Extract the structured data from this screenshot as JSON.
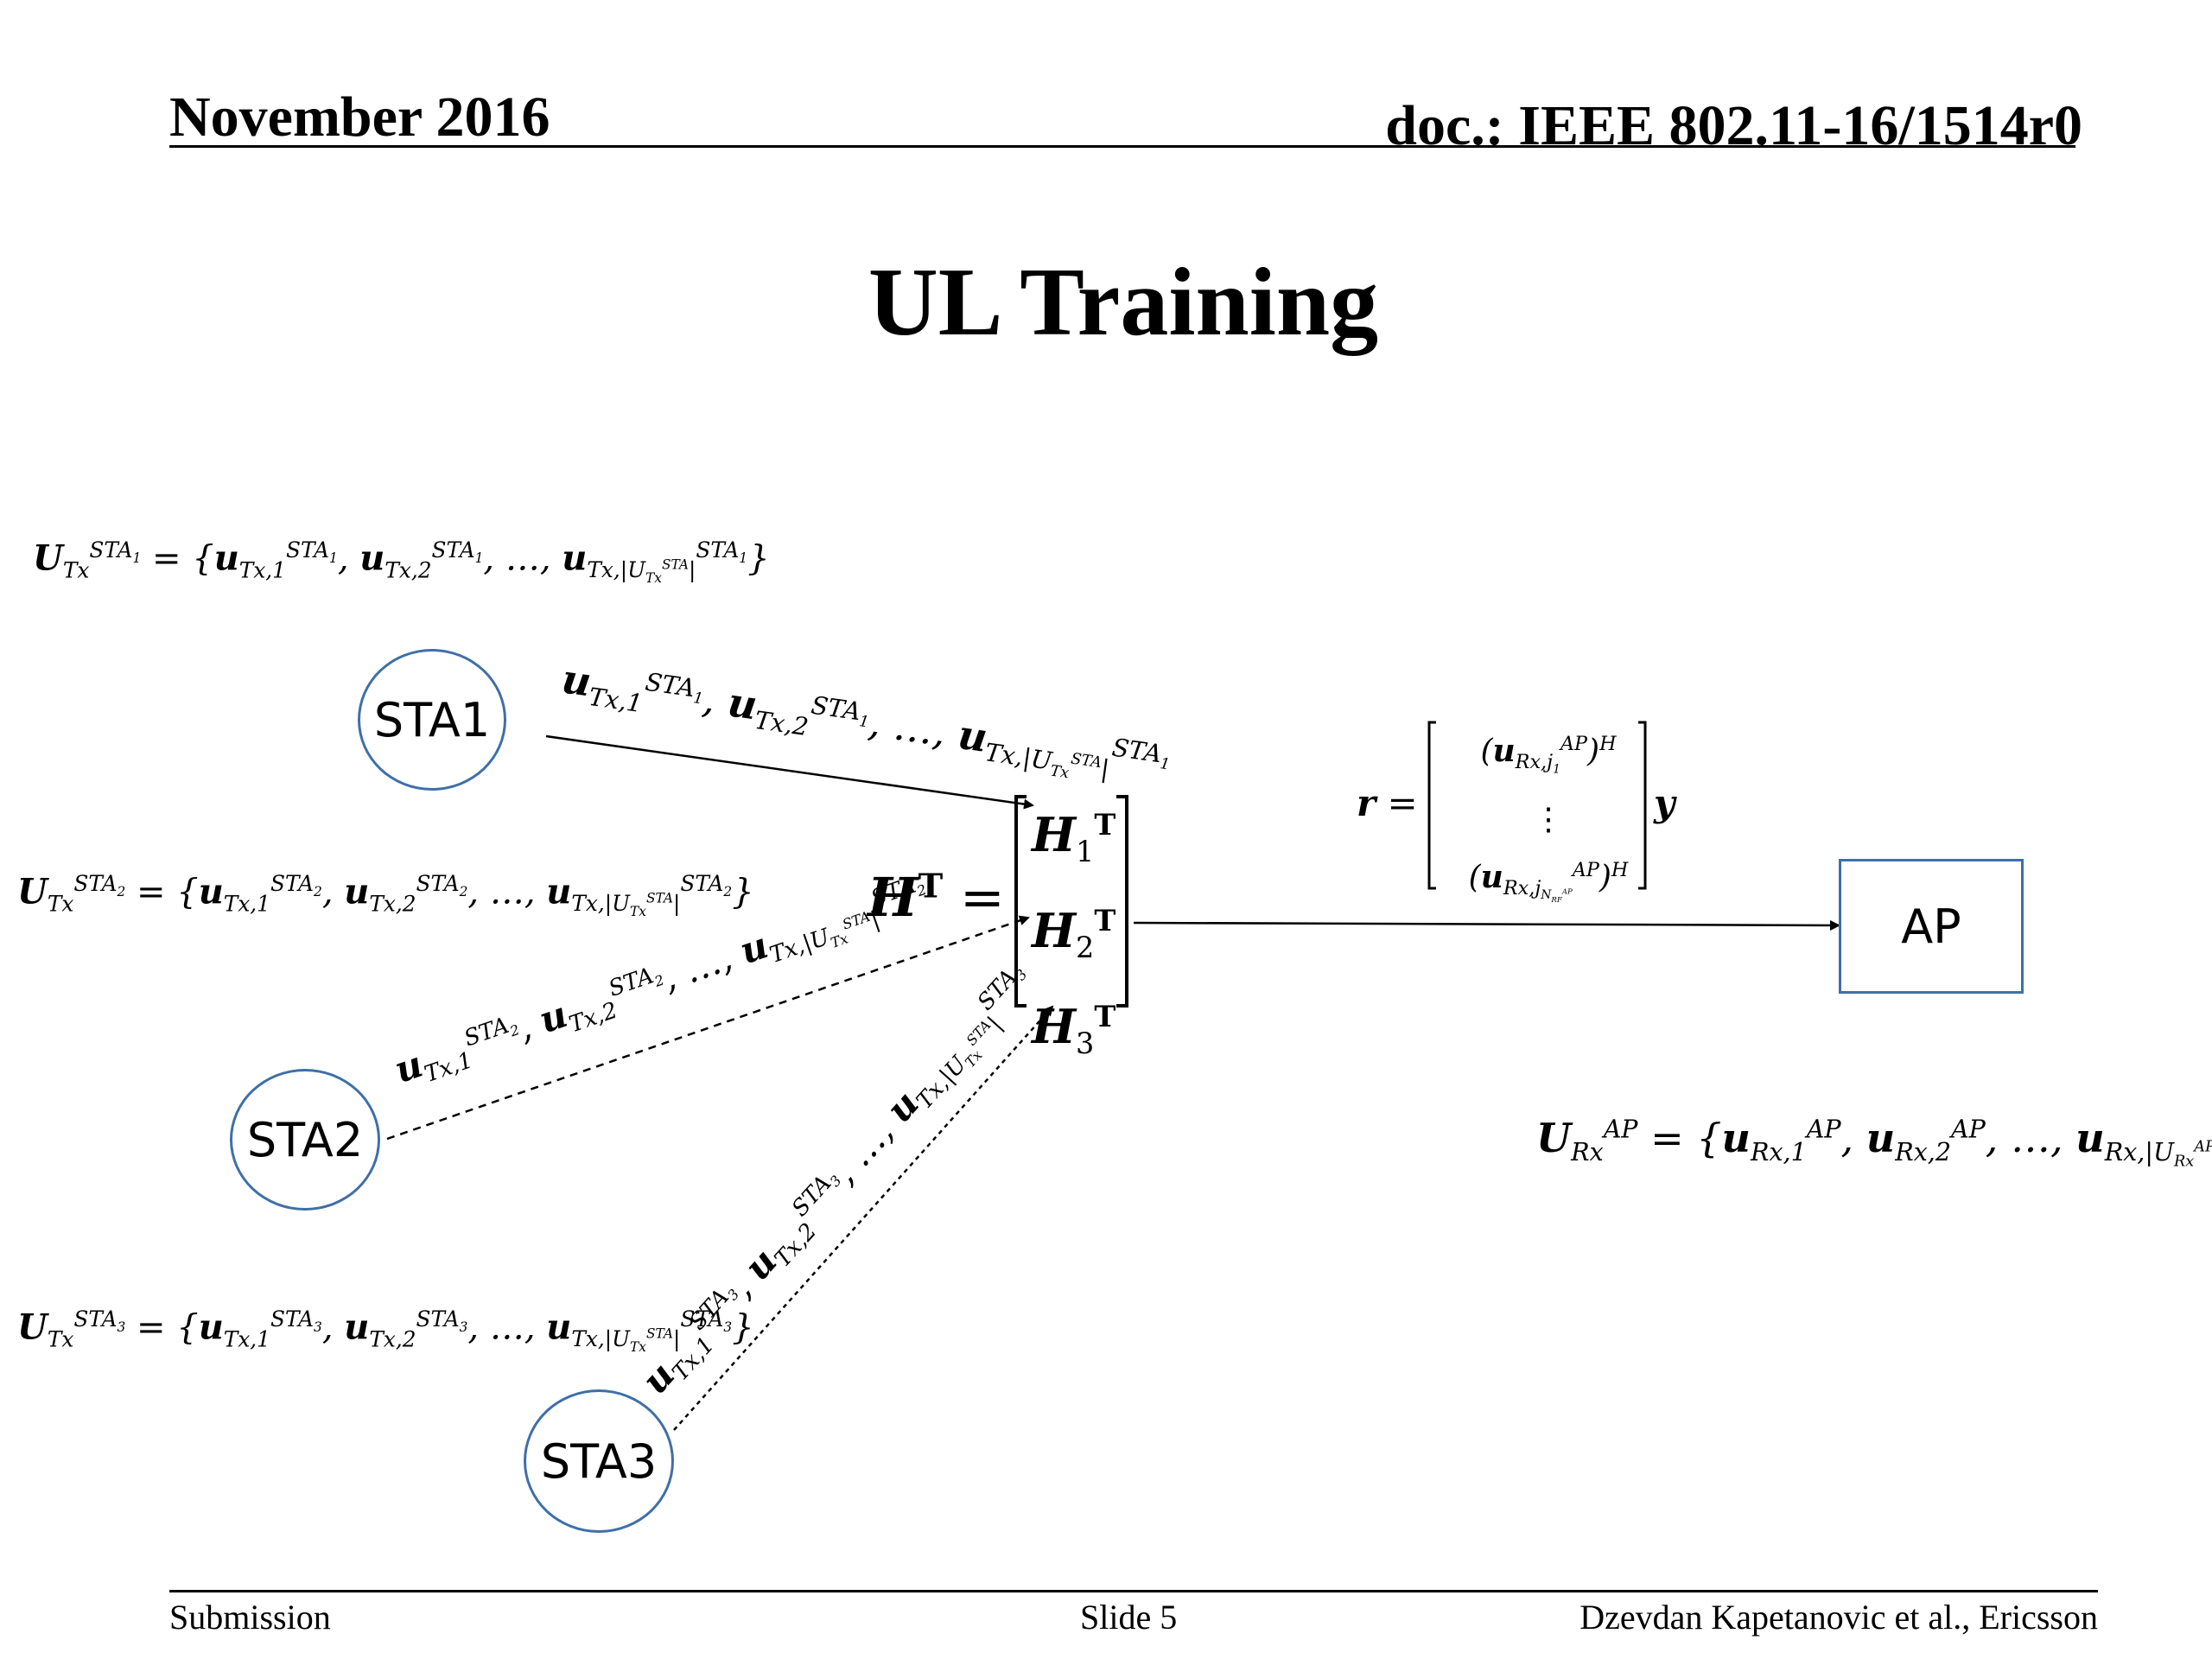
{
  "header": {
    "date": "November 2016",
    "doc": "doc.: IEEE 802.11-16/1514r0"
  },
  "slide": {
    "title": "UL Training"
  },
  "nodes": {
    "sta1": "STA1",
    "sta2": "STA2",
    "sta3": "STA3",
    "ap": "AP"
  },
  "colors": {
    "node_border": "#3f6fa8",
    "text": "#000000"
  },
  "footer": {
    "left": "Submission",
    "center": "Slide 5",
    "right": "Dzevdan Kapetanovic et al., Ericsson"
  }
}
